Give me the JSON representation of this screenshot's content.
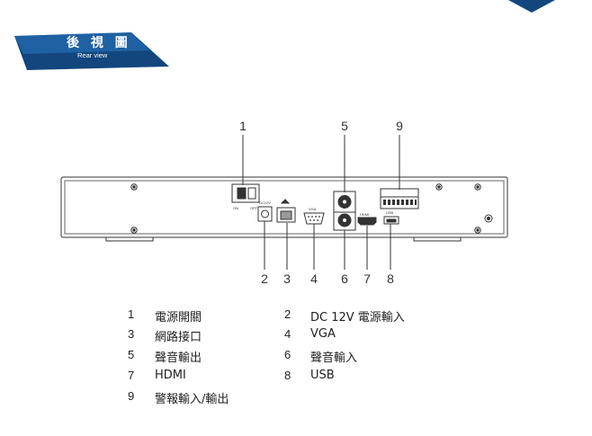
{
  "header": {
    "title": "後 視 圖",
    "subtitle": "Rear view"
  },
  "device_labels": {
    "power_on": "ON",
    "power_off": "OFF",
    "dc_in": "DC12V",
    "vga": "VGA",
    "hdmi": "HDMI",
    "usb": "USB"
  },
  "callouts_top": [
    "1",
    "5",
    "9"
  ],
  "callouts_bottom": [
    "2",
    "3",
    "4",
    "6",
    "7",
    "8"
  ],
  "legend": [
    {
      "num": "1",
      "label": "電源開關"
    },
    {
      "num": "2",
      "label": "DC 12V 電源輸入"
    },
    {
      "num": "3",
      "label": "網路接口"
    },
    {
      "num": "4",
      "label": "VGA"
    },
    {
      "num": "5",
      "label": "聲音輸出"
    },
    {
      "num": "6",
      "label": "聲音輸入"
    },
    {
      "num": "7",
      "label": "HDMI"
    },
    {
      "num": "8",
      "label": "USB"
    },
    {
      "num": "9",
      "label": "警報輸入/輸出"
    }
  ],
  "colors": {
    "banner_dark": "#12467d",
    "banner_light": "#2a78c2",
    "outline": "#333333"
  }
}
